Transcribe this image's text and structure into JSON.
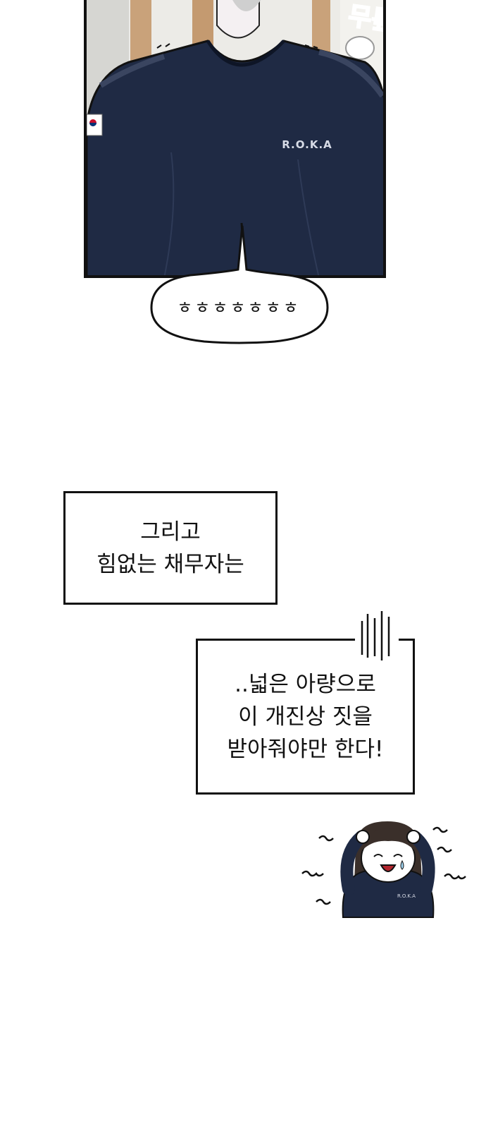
{
  "panel": {
    "shirt_text": "R.O.K.A",
    "sfx_top": "무릎",
    "flag_badge_icon": "taegukgi-icon",
    "colors": {
      "shirt": "#1f2a44",
      "outline": "#111111",
      "background": "#ffffff"
    }
  },
  "bubble": {
    "text": "ㅎㅎㅎㅎㅎㅎㅎ"
  },
  "caption1": {
    "lines": [
      "그리고",
      "힘없는 채무자는"
    ]
  },
  "caption2": {
    "lines": [
      "..넓은 아량으로",
      "이 개진상 짓을",
      "받아줘야만 한다!"
    ]
  },
  "chibi": {
    "shirt_text": "R.O.K.A"
  }
}
